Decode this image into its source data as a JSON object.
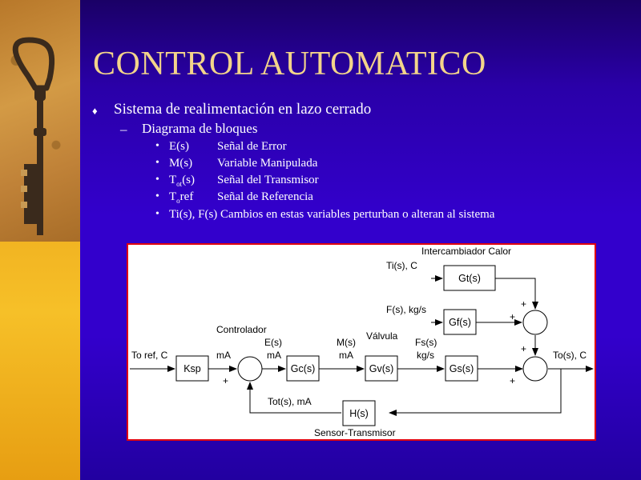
{
  "slide": {
    "title": "CONTROL AUTOMATICO",
    "bullet_l1": "Sistema de realimentación en lazo cerrado",
    "bullet_l2": "Diagrama de bloques",
    "items": [
      {
        "sym": "E(s)",
        "desc": "Señal de Error"
      },
      {
        "sym": "M(s)",
        "desc": "Variable Manipulada"
      },
      {
        "sym_main": "T",
        "sym_sub": "ot",
        "sym_tail": "(s)",
        "desc": "Señal del Transmisor"
      },
      {
        "sym_main": "T",
        "sym_sub": "o",
        "sym_tail": "ref",
        "desc": "Señal de Referencia"
      },
      {
        "text": "Ti(s), F(s)  Cambios en estas variables perturban o alteran al sistema"
      }
    ]
  },
  "diagram": {
    "blocks": {
      "ksp": "Ksp",
      "gc": "Gc(s)",
      "gv": "Gv(s)",
      "gs": "Gs(s)",
      "gt": "Gt(s)",
      "gf": "Gf(s)",
      "h": "H(s)"
    },
    "labels": {
      "intercambiador": "Intercambiador Calor",
      "ti": "Ti(s), C",
      "f": "F(s), kg/s",
      "controlador": "Controlador",
      "valvula": "Válvula",
      "toref": "To ref, C",
      "ma1": "mA",
      "es": "E(s)",
      "ma2": "mA",
      "ms": "M(s)",
      "ma3": "mA",
      "fs": "Fs(s)",
      "kgs": "kg/s",
      "tos": "To(s), C",
      "tot": "Tot(s), mA",
      "sensor": "Sensor-Transmisor",
      "plus": "+"
    }
  }
}
